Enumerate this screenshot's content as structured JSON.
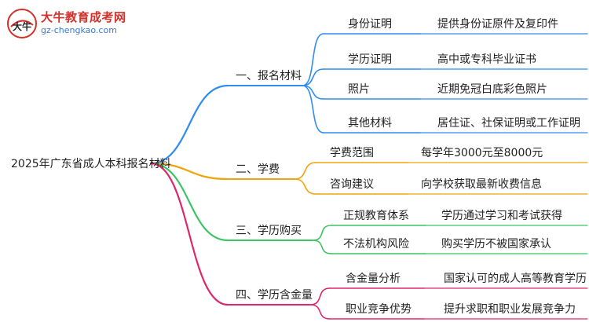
{
  "logo": {
    "title": "大牛教育成考网",
    "url": "gz-chengkao.com",
    "mark_text": "大牛"
  },
  "root": "2025年广东省成人本科报名材料",
  "branches": [
    {
      "label": "一、报名材料",
      "color": "#2f8cf0",
      "children": [
        {
          "label": "身份证明",
          "detail": "提供身份证原件及复印件"
        },
        {
          "label": "学历证明",
          "detail": "高中或专科毕业证书"
        },
        {
          "label": "照片",
          "detail": "近期免冠白底彩色照片"
        },
        {
          "label": "其他材料",
          "detail": "居住证、社保证明或工作证明"
        }
      ]
    },
    {
      "label": "二、学费",
      "color": "#f0a30a",
      "children": [
        {
          "label": "学费范围",
          "detail": "每学年3000元至8000元"
        },
        {
          "label": "咨询建议",
          "detail": "向学校获取最新收费信息"
        }
      ]
    },
    {
      "label": "三、学历购买",
      "color": "#3cc464",
      "children": [
        {
          "label": "正规教育体系",
          "detail": "学历通过学习和考试获得"
        },
        {
          "label": "不法机构风险",
          "detail": "购买学历不被国家承认"
        }
      ]
    },
    {
      "label": "四、学历含金量",
      "color": "#e0266b",
      "children": [
        {
          "label": "含金量分析",
          "detail": "国家认可的成人高等教育学历"
        },
        {
          "label": "职业竞争优势",
          "detail": "提升求职和职业发展竞争力"
        }
      ]
    }
  ]
}
